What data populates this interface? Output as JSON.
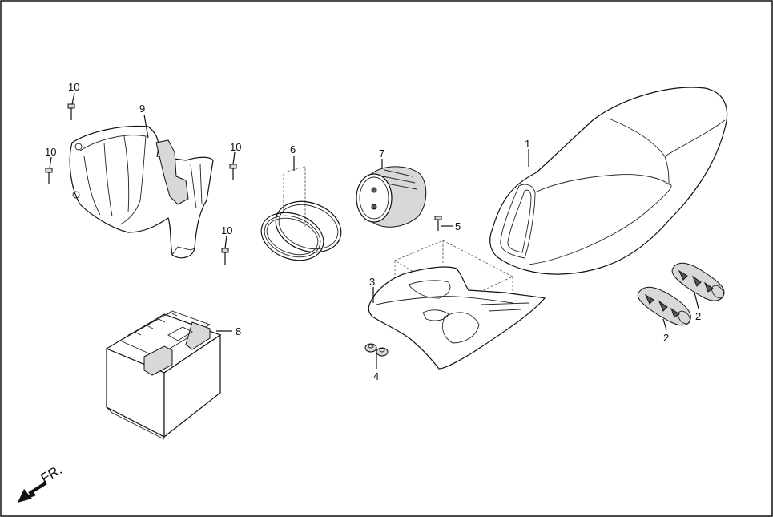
{
  "diagram": {
    "front_indicator": "FR.",
    "parts": [
      {
        "id": "seat",
        "number": "1"
      },
      {
        "id": "grip-front",
        "number": "2"
      },
      {
        "id": "grip-rear",
        "number": "2"
      },
      {
        "id": "seat-tray",
        "number": "3"
      },
      {
        "id": "nuts",
        "number": "4"
      },
      {
        "id": "bolt-tray",
        "number": "5"
      },
      {
        "id": "ring-set",
        "number": "6"
      },
      {
        "id": "piston",
        "number": "7"
      },
      {
        "id": "battery",
        "number": "8"
      },
      {
        "id": "battery-box",
        "number": "9"
      },
      {
        "id": "screw-top",
        "number": "10"
      },
      {
        "id": "screw-left",
        "number": "10"
      },
      {
        "id": "screw-right-top",
        "number": "10"
      },
      {
        "id": "screw-right-bottom",
        "number": "10"
      }
    ]
  }
}
